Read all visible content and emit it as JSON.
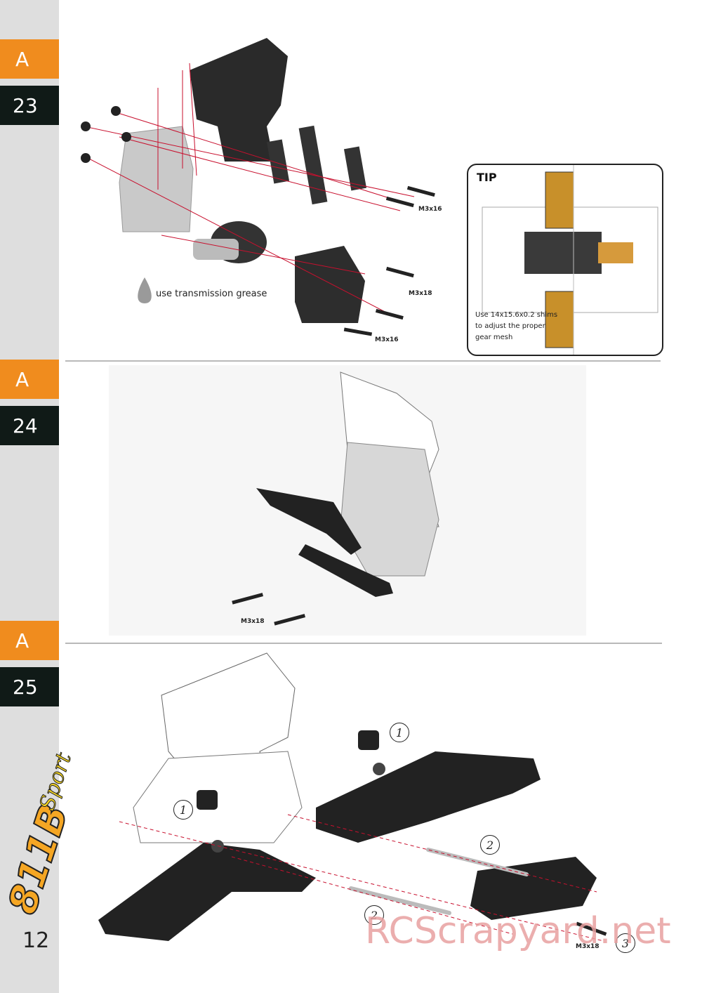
{
  "sidebar": {
    "steps": [
      {
        "letter": "A",
        "number": "23"
      },
      {
        "letter": "A",
        "number": "24"
      },
      {
        "letter": "A",
        "number": "25"
      }
    ],
    "page_number": "12",
    "logo_text": "811B Sport"
  },
  "step23": {
    "grease_note": "use transmission grease",
    "screw_labels": [
      "M3x16",
      "M3x18",
      "M3x16"
    ],
    "tip": {
      "title": "TIP",
      "text": "Use 14x15.6x0.2 shims to adjust the proper gear mesh"
    }
  },
  "step24": {
    "screw_label": "M3x18"
  },
  "step25": {
    "screw_label": "M3x18",
    "callouts": [
      "1",
      "1",
      "2",
      "2",
      "3"
    ]
  },
  "watermark": "RCScrapyard.net",
  "colors": {
    "orange": "#f08c1e",
    "dark": "#101a17",
    "sidebar": "#dedede",
    "guide_red": "#c8102e"
  }
}
